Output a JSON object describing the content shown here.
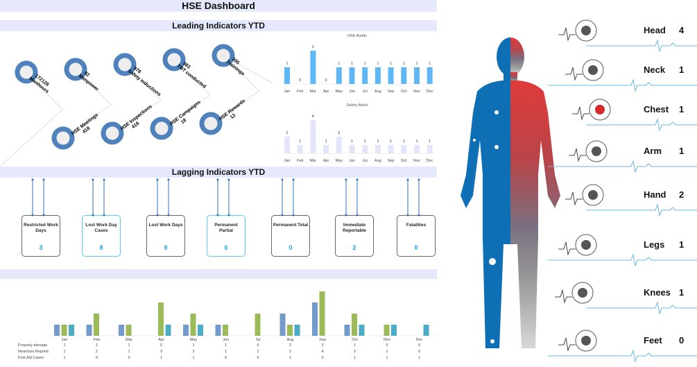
{
  "title": "HSE Dashboard",
  "leading": {
    "title": "Leading Indicators YTD",
    "top": [
      {
        "label": "Manhours",
        "value": "172128"
      },
      {
        "label": "Manpower",
        "value": "82"
      },
      {
        "label": "Safety inductions",
        "value": "978"
      },
      {
        "label": "TBT conducted",
        "value": "383"
      },
      {
        "label": "Trainings",
        "value": "395"
      }
    ],
    "bottom": [
      {
        "label": "HSE Meetings",
        "value": "418"
      },
      {
        "label": "HSE Inspections",
        "value": "418"
      },
      {
        "label": "HSE Campaigns",
        "value": "18"
      },
      {
        "label": "HSE Rewards",
        "value": "12"
      }
    ]
  },
  "chart_data": [
    {
      "type": "bar",
      "title": "HSE Audits",
      "categories": [
        "Jan",
        "Feb",
        "Mar",
        "Apr",
        "May",
        "Jun",
        "Jul",
        "Aug",
        "Sep",
        "Oct",
        "Nov",
        "Dec"
      ],
      "values": [
        1,
        0,
        2,
        0,
        1,
        1,
        1,
        1,
        1,
        1,
        1,
        1
      ]
    },
    {
      "type": "bar",
      "title": "Safety Alerts",
      "categories": [
        "Jan",
        "Feb",
        "Mar",
        "Apr",
        "May",
        "Jun",
        "Jul",
        "Aug",
        "Sep",
        "Oct",
        "Nov",
        "Dec"
      ],
      "values": [
        2,
        1,
        4,
        1,
        2,
        1,
        1,
        1,
        1,
        1,
        1,
        1
      ]
    },
    {
      "type": "bar",
      "title": "",
      "categories": [
        "Jan",
        "Feb",
        "Mar",
        "Apr",
        "May",
        "Jun",
        "Jul",
        "Aug",
        "Sep",
        "Oct",
        "Nov",
        "Dec"
      ],
      "series": [
        {
          "name": "Property damage",
          "color": "#4f81bd",
          "values": [
            1,
            1,
            1,
            0,
            1,
            1,
            0,
            2,
            3,
            1,
            0,
            0
          ]
        },
        {
          "name": "Nearmiss Reports",
          "color": "#9bbb59",
          "values": [
            1,
            2,
            1,
            3,
            2,
            1,
            2,
            1,
            4,
            2,
            1,
            0
          ]
        },
        {
          "name": "First Aid Cases",
          "color": "#4bacc6",
          "values": [
            1,
            0,
            0,
            1,
            1,
            0,
            0,
            1,
            0,
            1,
            1,
            1
          ]
        }
      ]
    }
  ],
  "lagging": {
    "title": "Lagging Indicators YTD",
    "items": [
      {
        "label": "Restricted Work Days",
        "value": "3"
      },
      {
        "label": "Lost Work Day Cases",
        "value": "8"
      },
      {
        "label": "Lost Work Days",
        "value": "9"
      },
      {
        "label": "Permanent Partial",
        "value": "0"
      },
      {
        "label": "Permanent Total",
        "value": "0"
      },
      {
        "label": "Immediate Reportable",
        "value": "2"
      },
      {
        "label": "Fatalities",
        "value": "0"
      }
    ]
  },
  "body": {
    "parts": [
      {
        "label": "Head",
        "value": "4"
      },
      {
        "label": "Neck",
        "value": "1"
      },
      {
        "label": "Chest",
        "value": "1"
      },
      {
        "label": "Arm",
        "value": "1"
      },
      {
        "label": "Hand",
        "value": "2"
      },
      {
        "label": "Legs",
        "value": "1"
      },
      {
        "label": "Knees",
        "value": "1"
      },
      {
        "label": "Feet",
        "value": "0"
      }
    ]
  },
  "colors": {
    "ring": "#4f81bd",
    "bodyBlue": "#0f6fb5",
    "bodyRed": "#d63a3a",
    "accent": "#1aa3e8"
  }
}
